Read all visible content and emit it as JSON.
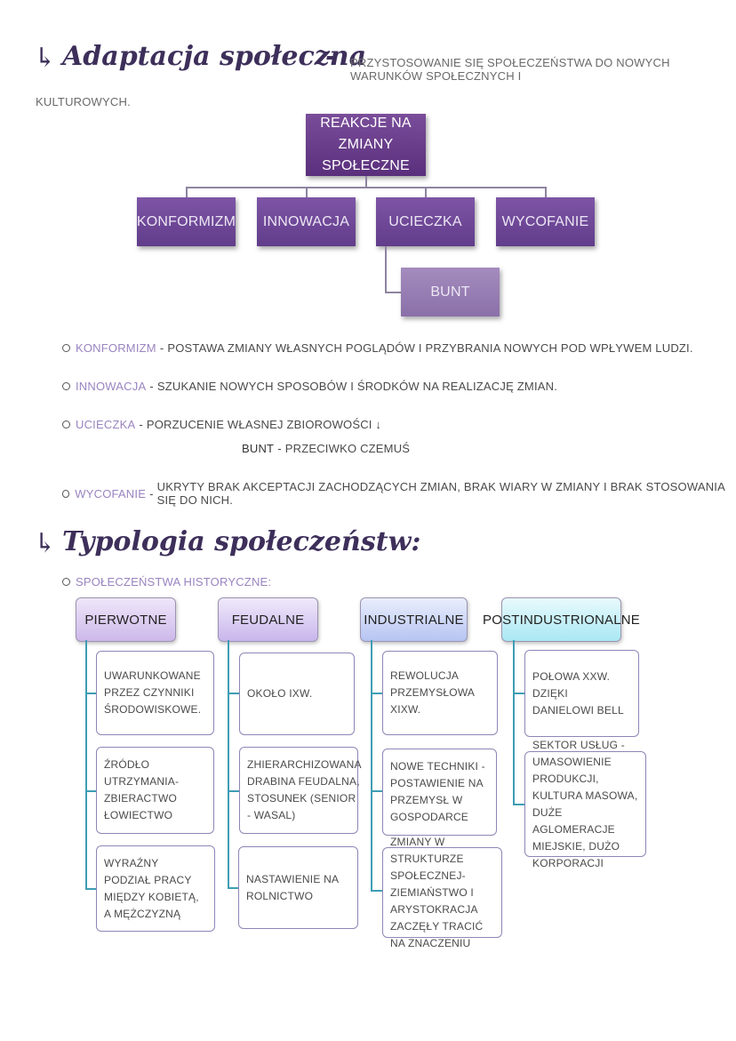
{
  "section1": {
    "arrow": "↳",
    "title": "Adaptacja społeczna",
    "dash": "-",
    "definition_line1": "przystosowanie się społeczeństwa do nowych warunków społecznych i",
    "definition_line2": "kulturowych."
  },
  "org_chart": {
    "root": [
      "REAKCJE NA ZMIANY",
      "SPOŁECZNE"
    ],
    "level1": [
      "KONFORMIZM",
      "INNOWACJA",
      "UCIECZKA",
      "WYCOFANIE"
    ],
    "level2": "BUNT"
  },
  "list": [
    {
      "term": "Konformizm",
      "text": "postawa zmiany własnych poglądów i przybrania nowych pod wpływem ludzi."
    },
    {
      "term": "Innowacja",
      "text": "szukanie nowych sposobów i środków na realizację zmian."
    },
    {
      "term": "Ucieczka",
      "text": "porzucenie własnej zbiorowości ↓"
    },
    {
      "term": "Wycofanie",
      "text": "ukryty brak akceptacji zachodzących zmian, brak wiary w zmiany i brak stosowania się do nich."
    }
  ],
  "bunt_line": {
    "term": "BUNT",
    "text": "przeciwko czemuś"
  },
  "section2": {
    "arrow": "↳",
    "title": "Typologia społeczeństw:",
    "subheading": "Społeczeństwa historyczne:"
  },
  "typology": [
    {
      "header": "Pierwotne",
      "cards": [
        "Uwarunkowane przez czynniki środowiskowe.",
        "Źródło utrzymania- zbieractwo łowiectwo",
        "Wyraźny podział pracy między kobietą, a mężczyzną"
      ]
    },
    {
      "header": "Feudalne",
      "cards": [
        "Około IXw.",
        "Zhierarchizowana drabina feudalna, stosunek (senior - wasal)",
        "Nastawienie na rolnictwo"
      ]
    },
    {
      "header": "Industrialne",
      "cards": [
        "Rewolucja przemysłowa XIXw.",
        "Nowe techniki - postawienie na przemysł w gospodarce",
        "Zmiany w strukturze społecznej- ziemiaństwo i arystokracja zaczęły tracić na znaczeniu"
      ]
    },
    {
      "header": "Postindustrionalne",
      "cards": [
        "Połowa XXw. dzięki Danielowi Bell",
        "Sektor usług - umasowienie produkcji, kultura masowa, duże aglomeracje miejskie, dużo korporacji"
      ]
    }
  ],
  "colors": {
    "accent_dark": "#3d2f5a",
    "box_purple": "#613d8a",
    "term_lavender": "#9a84c0",
    "teal_connector": "#3e9db4"
  }
}
